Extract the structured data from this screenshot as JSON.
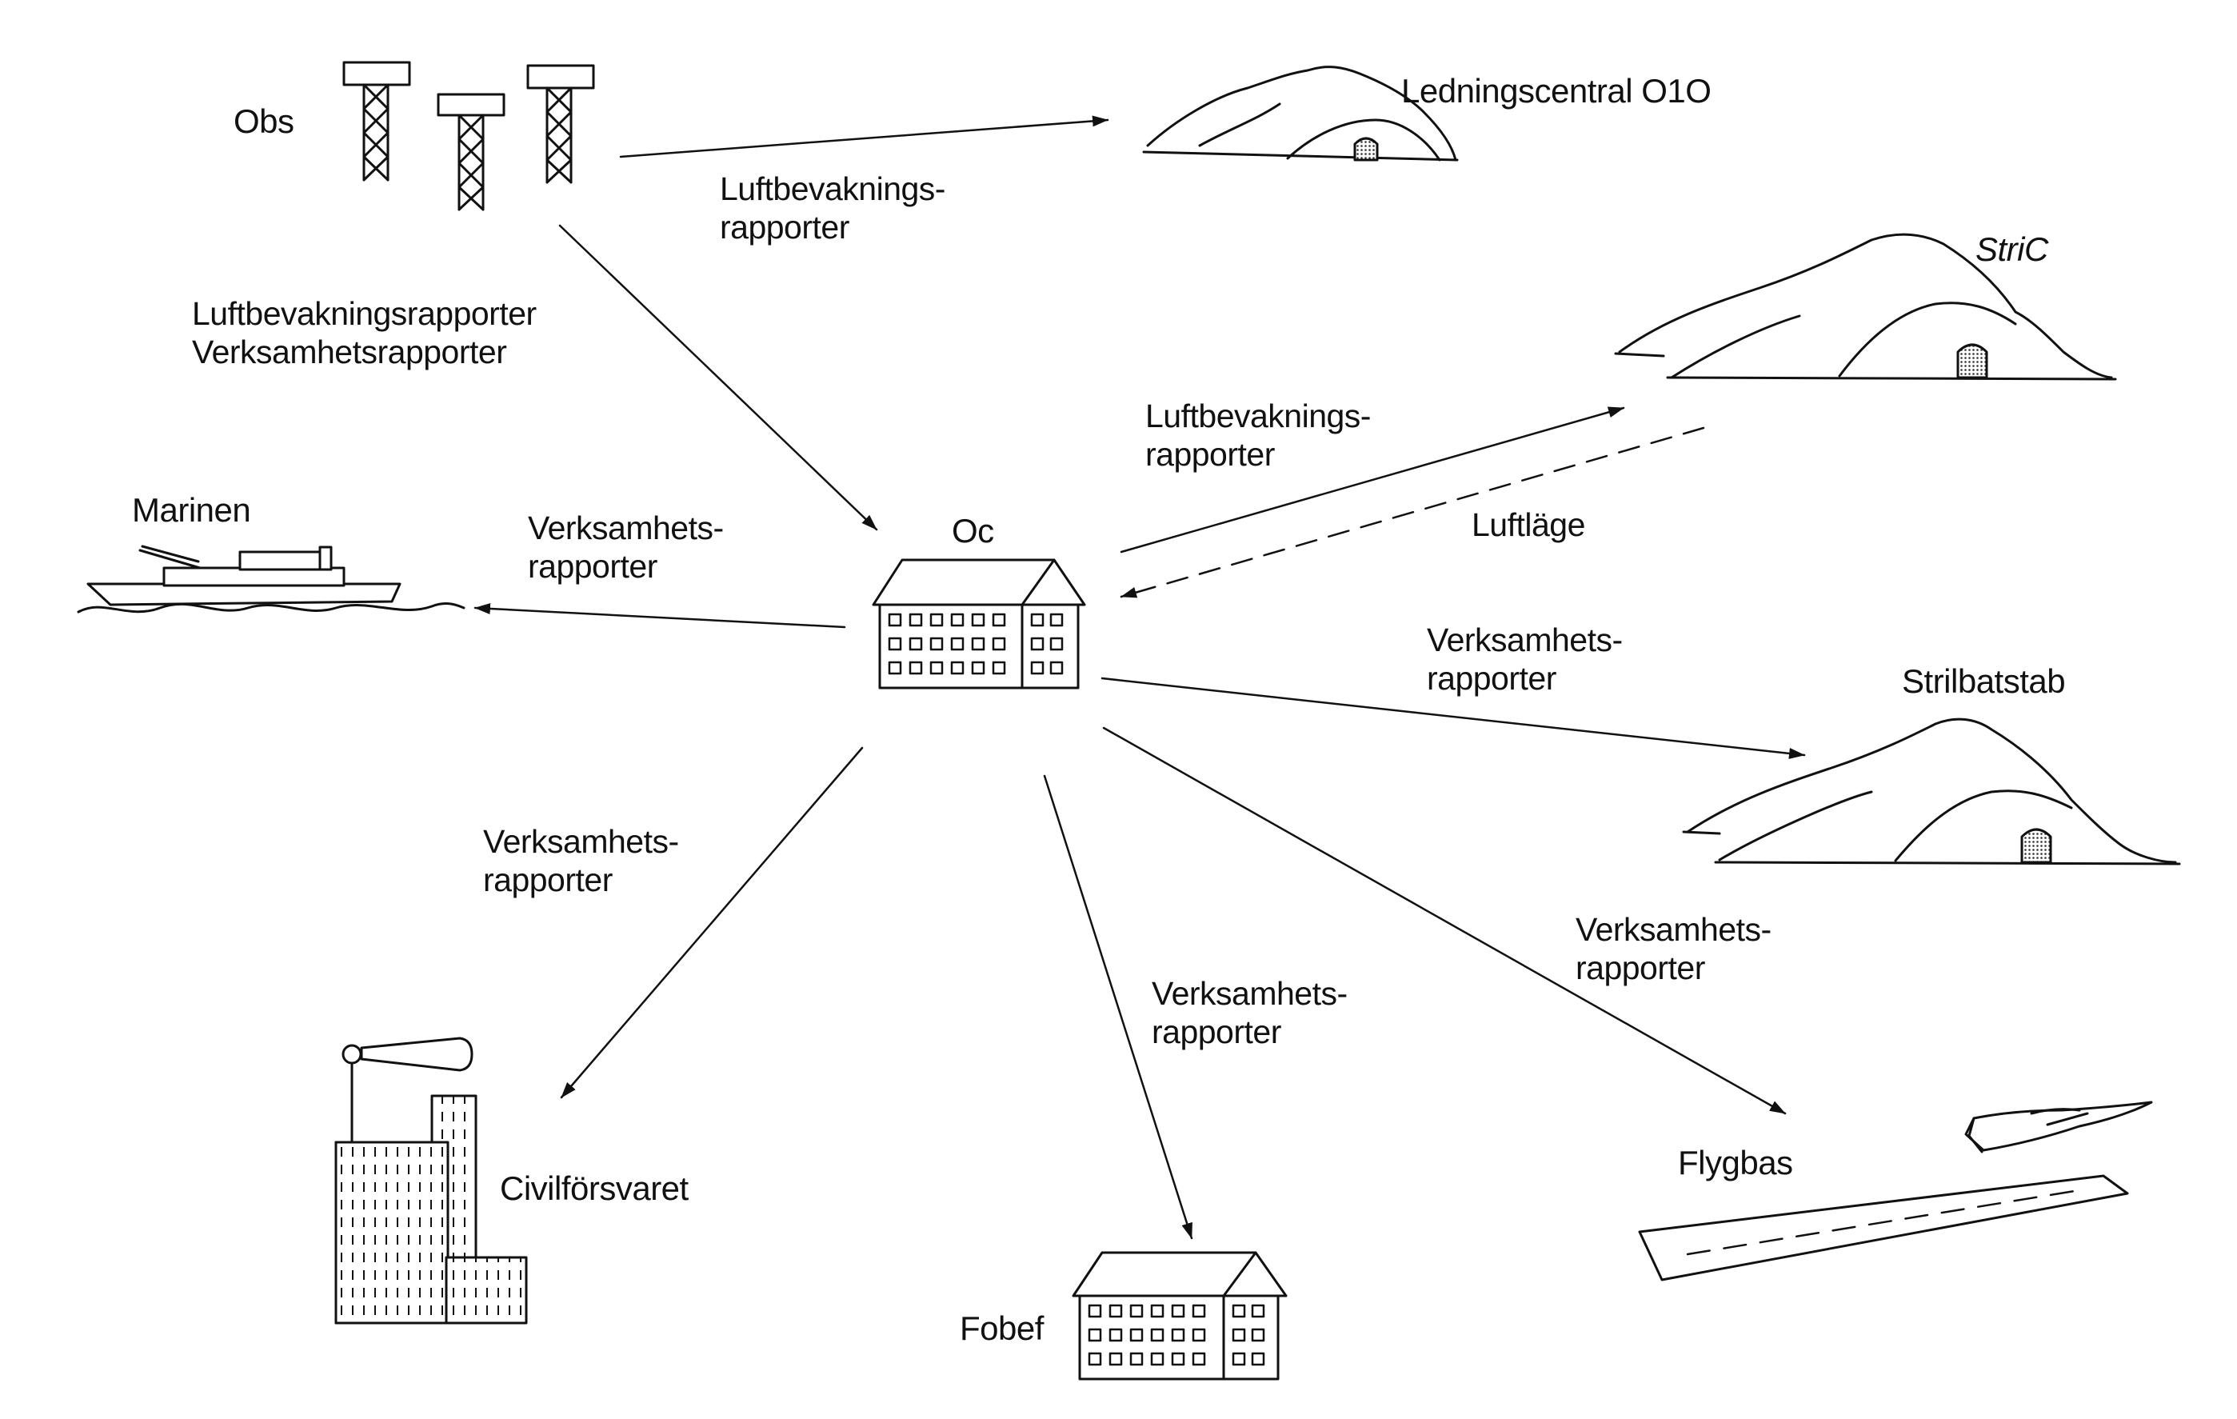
{
  "nodes": {
    "obs": "Obs",
    "ledningscentral": "Ledningscentral O1O",
    "stric": "StriC",
    "marinen": "Marinen",
    "oc": "Oc",
    "strilbatstab": "Strilbatstab",
    "civilforsvaret": "Civilförsvaret",
    "fobef": "Fobef",
    "flygbas": "Flygbas"
  },
  "edges": {
    "obs_to_ledningscentral": [
      "Luftbevaknings-",
      "rapporter"
    ],
    "obs_to_oc": [
      "Luftbevakningsrapporter",
      "Verksamhetsrapporter"
    ],
    "oc_to_stric": [
      "Luftbevaknings-",
      "rapporter"
    ],
    "stric_to_oc": "Luftläge",
    "oc_to_marinen": [
      "Verksamhets-",
      "rapporter"
    ],
    "oc_to_strilbatstab": [
      "Verksamhets-",
      "rapporter"
    ],
    "oc_to_civilforsvaret": [
      "Verksamhets-",
      "rapporter"
    ],
    "oc_to_fobef": [
      "Verksamhets-",
      "rapporter"
    ],
    "oc_to_flygbas": [
      "Verksamhets-",
      "rapporter"
    ]
  },
  "colors": {
    "ink": "#111111",
    "paper": "#ffffff",
    "fill": "#9a9a9a"
  }
}
